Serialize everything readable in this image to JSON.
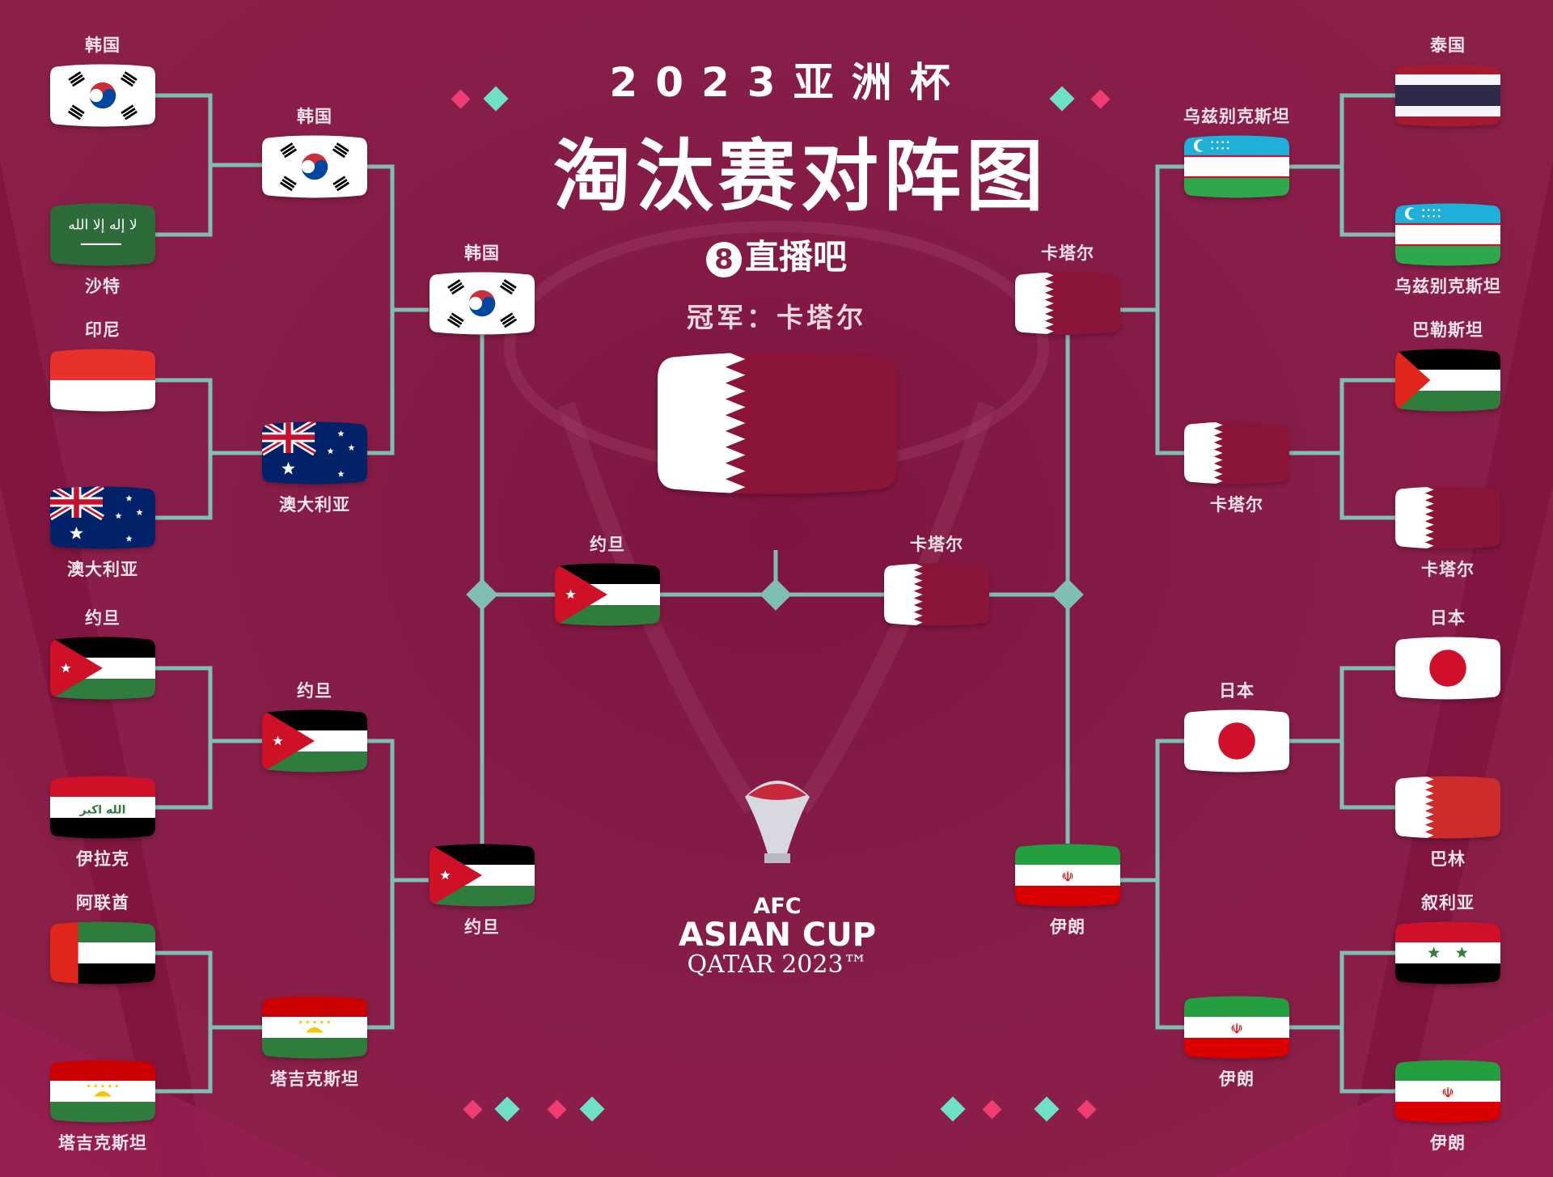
{
  "title": {
    "year_line": "2023亚洲杯",
    "main": "淘汰赛对阵图",
    "brand": "直播吧",
    "brand_mark": "8",
    "champion": "冠军：卡塔尔"
  },
  "afc_logo": {
    "line1": "AFC",
    "line2": "ASIAN CUP",
    "line3": "QATAR 2023™"
  },
  "colors": {
    "background": "#8a1f48",
    "connector": "#7fbfb2",
    "diamond_pink": "#ef3d74",
    "diamond_teal": "#6fe0c8"
  },
  "round_of_16_left": [
    {
      "name": "韩国",
      "flag": "kr"
    },
    {
      "name": "沙特",
      "flag": "sa"
    },
    {
      "name": "印尼",
      "flag": "id"
    },
    {
      "name": "澳大利亚",
      "flag": "au"
    },
    {
      "name": "约旦",
      "flag": "jo"
    },
    {
      "name": "伊拉克",
      "flag": "iq"
    },
    {
      "name": "阿联酋",
      "flag": "ae"
    },
    {
      "name": "塔吉克斯坦",
      "flag": "tj"
    }
  ],
  "quarter_left": [
    {
      "name": "韩国",
      "flag": "kr"
    },
    {
      "name": "澳大利亚",
      "flag": "au"
    },
    {
      "name": "约旦",
      "flag": "jo"
    },
    {
      "name": "塔吉克斯坦",
      "flag": "tj"
    }
  ],
  "semi_left": [
    {
      "name": "韩国",
      "flag": "kr"
    },
    {
      "name": "约旦",
      "flag": "jo"
    }
  ],
  "final": [
    {
      "name": "约旦",
      "flag": "jo"
    },
    {
      "name": "卡塔尔",
      "flag": "qa"
    }
  ],
  "champion": {
    "flag": "qa"
  },
  "semi_right": [
    {
      "name": "卡塔尔",
      "flag": "qa"
    },
    {
      "name": "伊朗",
      "flag": "ir"
    }
  ],
  "quarter_right": [
    {
      "name": "乌兹别克斯坦",
      "flag": "uz"
    },
    {
      "name": "卡塔尔",
      "flag": "qa"
    },
    {
      "name": "日本",
      "flag": "jp"
    },
    {
      "name": "伊朗",
      "flag": "ir"
    }
  ],
  "round_of_16_right": [
    {
      "name": "泰国",
      "flag": "th"
    },
    {
      "name": "乌兹别克斯坦",
      "flag": "uz"
    },
    {
      "name": "巴勒斯坦",
      "flag": "ps"
    },
    {
      "name": "卡塔尔",
      "flag": "qa"
    },
    {
      "name": "日本",
      "flag": "jp"
    },
    {
      "name": "巴林",
      "flag": "bh"
    },
    {
      "name": "叙利亚",
      "flag": "sy"
    },
    {
      "name": "伊朗",
      "flag": "ir"
    }
  ]
}
